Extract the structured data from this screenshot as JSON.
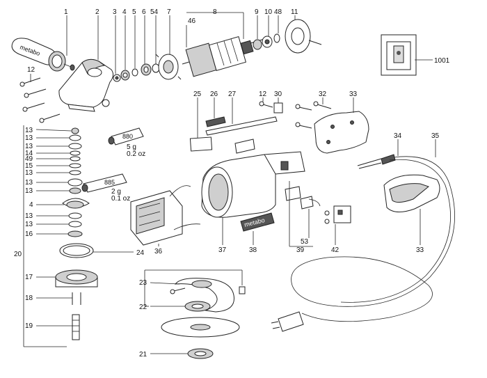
{
  "callouts": {
    "c1": "1",
    "c2": "2",
    "c3": "3",
    "c4": "4",
    "c5": "5",
    "c6": "6",
    "c54": "54",
    "c7": "7",
    "c8": "8",
    "c46": "46",
    "c9": "9",
    "c10": "10",
    "c48": "48",
    "c11": "11",
    "c1001": "1001",
    "c12a": "12",
    "c12b": "12",
    "c25": "25",
    "c26": "26",
    "c27": "27",
    "c30": "30",
    "c32": "32",
    "c33a": "33",
    "c34": "34",
    "c35": "35",
    "c33b": "33",
    "s13a": "13",
    "s13b": "13",
    "s13c": "13",
    "s14": "14",
    "s49": "49",
    "s15": "15",
    "s13d": "13",
    "s13e": "13",
    "s13f": "13",
    "s4": "4",
    "s13g": "13",
    "s13h": "13",
    "s16": "16",
    "s20": "20",
    "s24": "24",
    "s17": "17",
    "s18": "18",
    "s19": "19",
    "c36": "36",
    "c37": "37",
    "c38": "38",
    "c39": "39",
    "c53": "53",
    "c42": "42",
    "c23": "23",
    "c22": "22",
    "c21": "21"
  },
  "grease_tubes": {
    "t880": "880",
    "t880_amt1": "5 g",
    "t880_amt2": "0.2 oz",
    "t885": "885",
    "t885_amt1": "2 g",
    "t885_amt2": "0.1 oz"
  },
  "logos": {
    "handle_brand": "metabo",
    "housing_brand": "metabo"
  }
}
